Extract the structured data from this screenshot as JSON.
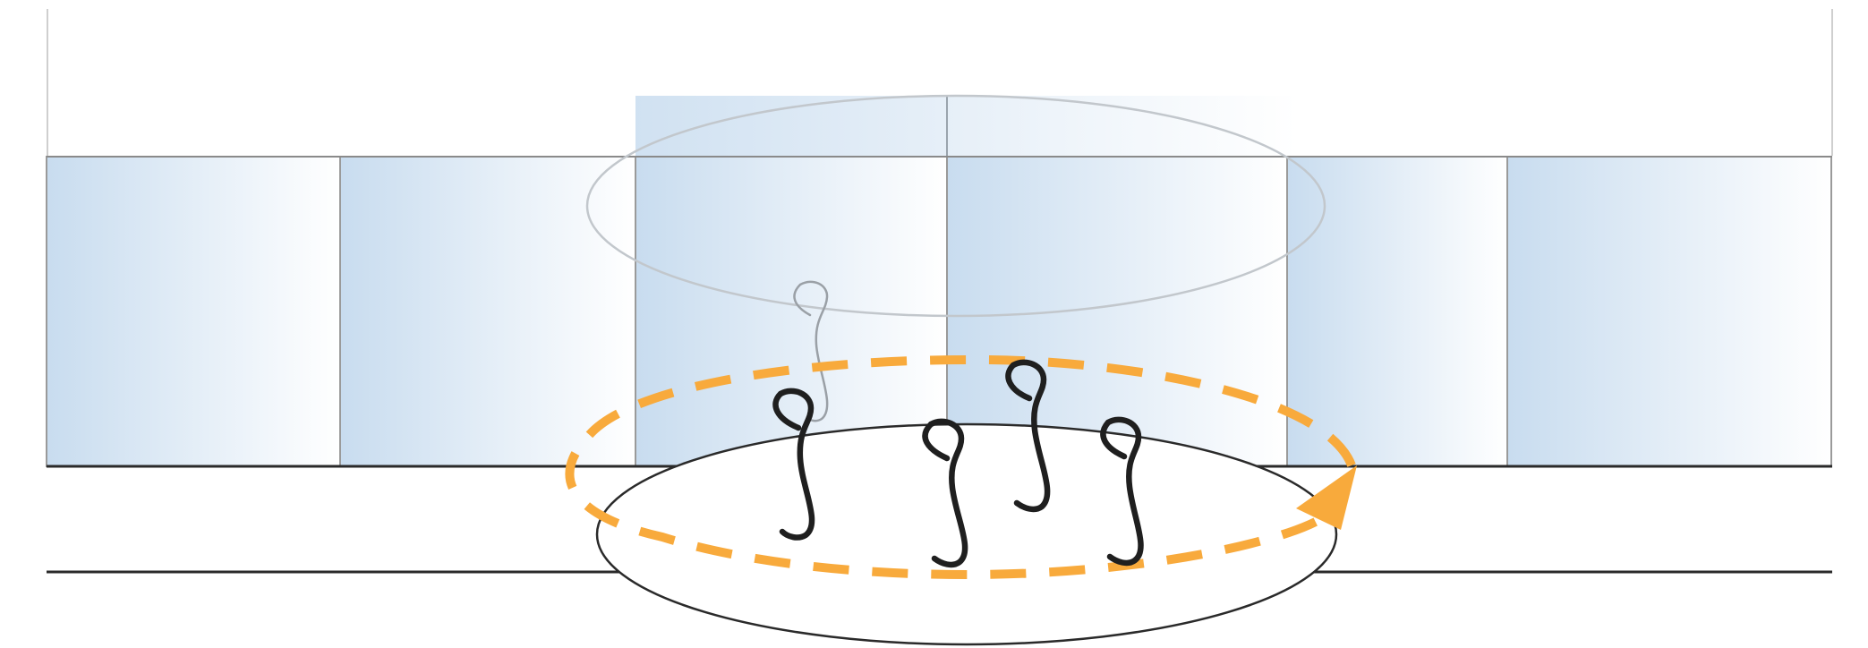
{
  "diagram": {
    "kind": "conveyor-belt-with-hooks-illustration",
    "labels": [],
    "colors": {
      "background": "#ffffff",
      "panel_fill_start": "#c8dcef",
      "panel_fill_end": "#ffffff",
      "panel_border": "#8a8a8a",
      "rail_line": "#2a2a2a",
      "ellipse_stroke": "#2a2a2a",
      "ghost_stroke": "#b8c0c8",
      "hook_stroke": "#1f1f1f",
      "ghost_hook_stroke": "#9aa0a6",
      "flow_arrow": "#f8aa3c"
    },
    "elements": {
      "panels": [
        "panel-1",
        "panel-2",
        "panel-3",
        "panel-4",
        "panel-5",
        "panel-6"
      ],
      "hook_count": 4,
      "ghost_hook_count": 1,
      "arrow_direction": "clockwise-circulation"
    }
  }
}
